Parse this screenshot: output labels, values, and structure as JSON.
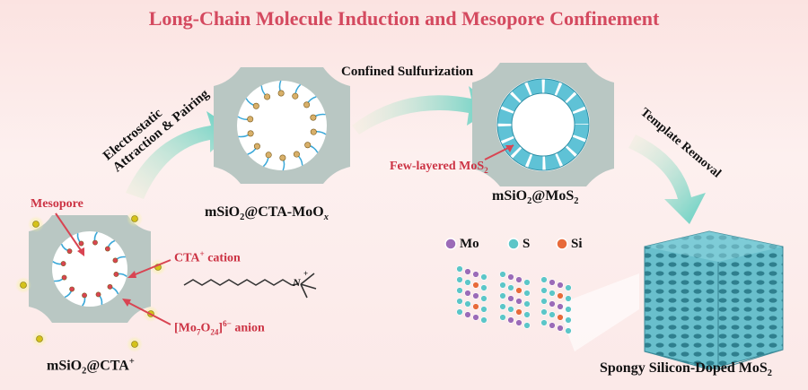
{
  "title": "Long-Chain Molecule Induction and Mesopore Confinement",
  "steps": {
    "step1": [
      "Electrostatic",
      "Attraction & Pairing"
    ],
    "step2": "Confined Sulfurization",
    "step3": "Template Removal"
  },
  "stages": {
    "s1": {
      "base": "mSiO",
      "sub": "2",
      "rest": "@CTA",
      "sup": "+"
    },
    "s2": {
      "base": "mSiO",
      "sub": "2",
      "rest": "@CTA-MoO",
      "sub2": "x"
    },
    "s3": {
      "base": "mSiO",
      "sub": "2",
      "rest": "@MoS",
      "sub2": "2"
    },
    "s4": {
      "base": "Spongy Silicon-Doped MoS",
      "sub": "2"
    }
  },
  "annotations": {
    "mesopore": "Mesopore",
    "cta_cation": {
      "text": "CTA",
      "sup": "+",
      "rest": " cation"
    },
    "anion": {
      "open": "[Mo",
      "s1": "7",
      "mid": "O",
      "s2": "24",
      "close": "]",
      "sup": "6−",
      "rest": " anion"
    },
    "few_layered": {
      "text": "Few-layered MoS",
      "sub": "2"
    },
    "molecule_n": "N",
    "molecule_charge": "+"
  },
  "legend": [
    {
      "label": "Mo",
      "color": "#9b6bb8"
    },
    {
      "label": "S",
      "color": "#5cc6c8"
    },
    {
      "label": "Si",
      "color": "#e86a3a"
    }
  ],
  "colors": {
    "silica": "#b9c7c3",
    "mos2": "#63c9dc",
    "accent_red": "#d94452",
    "arrow": "#6fd1c4"
  }
}
